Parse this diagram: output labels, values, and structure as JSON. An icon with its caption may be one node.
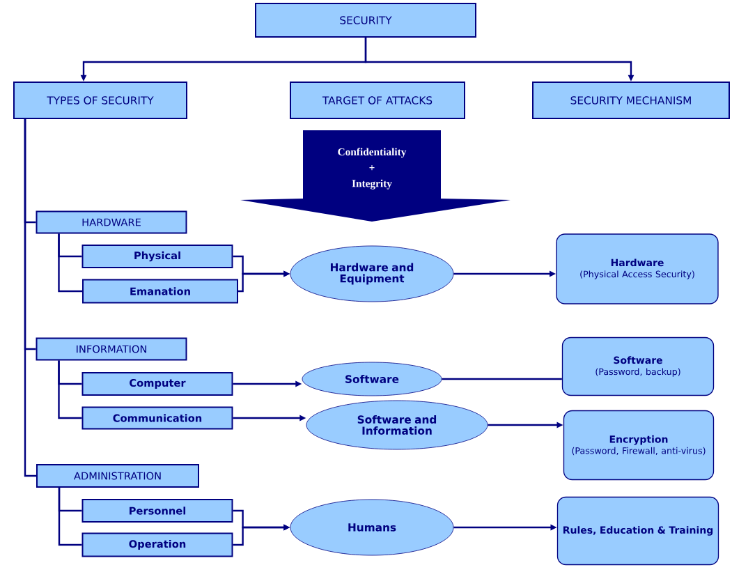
{
  "diagram": {
    "nodes": [
      {
        "text": [
          "SECURITY"
        ]
      },
      {
        "text": [
          "TYPES OF SECURITY"
        ]
      },
      {
        "text": [
          "TARGET OF ATTACKS"
        ]
      },
      {
        "text": [
          "SECURITY MECHANISM"
        ]
      },
      {
        "text": [
          "Confidentiality",
          "+",
          "Integrity"
        ]
      },
      {
        "text": [
          "HARDWARE"
        ]
      },
      {
        "text": [
          "Physical"
        ]
      },
      {
        "text": [
          "Emanation"
        ]
      },
      {
        "text": [
          "INFORMATION"
        ]
      },
      {
        "text": [
          "Computer"
        ]
      },
      {
        "text": [
          "Communication"
        ]
      },
      {
        "text": [
          "ADMINISTRATION"
        ]
      },
      {
        "text": [
          "Personnel"
        ]
      },
      {
        "text": [
          "Operation"
        ]
      },
      {
        "text": [
          "Hardware and Equipment"
        ]
      },
      {
        "text": [
          "Software"
        ]
      },
      {
        "text": [
          "Software and Information"
        ]
      },
      {
        "text": [
          "Humans"
        ]
      },
      {
        "text": [
          "Hardware",
          "(Physical Access Security)"
        ]
      },
      {
        "text": [
          "Software",
          "(Password, backup)"
        ]
      },
      {
        "text": [
          "Encryption",
          "(Password, Firewall, anti-virus)"
        ]
      },
      {
        "text": [
          "Rules, Education & Training"
        ]
      }
    ],
    "edges": [
      {
        "from": 0,
        "to": 1,
        "arrow": "to"
      },
      {
        "from": 0,
        "to": 3,
        "arrow": "to"
      },
      {
        "from": 1,
        "to": 5,
        "arrow": "none"
      },
      {
        "from": 1,
        "to": 8,
        "arrow": "none"
      },
      {
        "from": 1,
        "to": 11,
        "arrow": "none"
      },
      {
        "from": 5,
        "to": 6,
        "arrow": "none"
      },
      {
        "from": 5,
        "to": 7,
        "arrow": "none"
      },
      {
        "from": 8,
        "to": 9,
        "arrow": "none"
      },
      {
        "from": 8,
        "to": 10,
        "arrow": "none"
      },
      {
        "from": 11,
        "to": 12,
        "arrow": "none"
      },
      {
        "from": 11,
        "to": 13,
        "arrow": "none"
      },
      {
        "from": 6,
        "to": 14,
        "arrow": "to"
      },
      {
        "from": 7,
        "to": 14,
        "arrow": "to"
      },
      {
        "from": 9,
        "to": 15,
        "arrow": "to"
      },
      {
        "from": 10,
        "to": 16,
        "arrow": "to"
      },
      {
        "from": 12,
        "to": 17,
        "arrow": "to"
      },
      {
        "from": 13,
        "to": 17,
        "arrow": "to"
      },
      {
        "from": 14,
        "to": 18,
        "arrow": "to"
      },
      {
        "from": 15,
        "to": 19,
        "arrow": "none"
      },
      {
        "from": 16,
        "to": 20,
        "arrow": "to"
      },
      {
        "from": 17,
        "to": 21,
        "arrow": "to"
      }
    ]
  }
}
